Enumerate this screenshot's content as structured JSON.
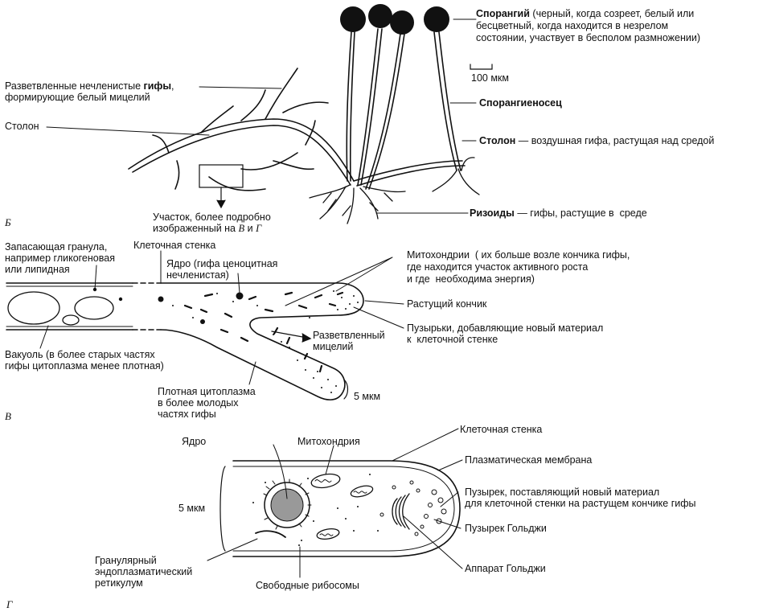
{
  "panel_b": {
    "letter": "Б",
    "sporangium_title": "Спорангий",
    "sporangium_desc_1": " (черный, когда созреет, белый или",
    "sporangium_desc_2": "бесцветный, когда находится в незрелом",
    "sporangium_desc_3": "состоянии, участвует в бесполом размножении)",
    "scale_100": "100 мкм",
    "branched_hyphae_1a": "Разветвленные нечленистые ",
    "branched_hyphae_1b": "гифы",
    "branched_hyphae_1c": ",",
    "branched_hyphae_2": "формирующие белый мицелий",
    "stolon_left": "Столон",
    "sporangiophore": "Спорангиеносец",
    "stolon_right_title": "Столон",
    "stolon_right_desc": " — воздушная гифа, растущая над средой",
    "rhizoids_title": "Ризоиды",
    "rhizoids_desc": " — гифы, растущие в  среде",
    "area_1": "Участок, более подробно",
    "area_2": "изображенный на ",
    "area_ref_v": "В",
    "area_and": " и ",
    "area_ref_g": "Г"
  },
  "panel_v": {
    "letter": "В",
    "storage_1": "Запасающая гранула,",
    "storage_2": "например гликогеновая",
    "storage_3": "или липидная",
    "cell_wall": "Клеточная стенка",
    "nucleus_1": "Ядро (гифа ценоцитная",
    "nucleus_2": "нечленистая)",
    "mito_1": "Митохондрии  ( их больше возле кончика гифы,",
    "mito_2": "где находится участок активного роста",
    "mito_3": "и где  необходима энергия)",
    "tip": "Растущий кончик",
    "vesicles_1": "Пузырьки, добавляющие новый материал",
    "vesicles_2": "к  клеточной стенке",
    "branch_1": "Разветвленный",
    "branch_2": "мицелий",
    "vacuole_1": "Вакуоль (в более старых частях",
    "vacuole_2": "гифы цитоплазма менее плотная)",
    "dense_1": "Плотная цитоплазма",
    "dense_2": "в более молодых",
    "dense_3": "частях гифы",
    "scale_5": "5 мкм"
  },
  "panel_g": {
    "letter": "Г",
    "cell_wall": "Клеточная стенка",
    "nucleus": "Ядро",
    "mitochondrion": "Митохондрия",
    "plasma_membrane": "Плазматическая мембрана",
    "scale_5": "5 мкм",
    "vesicle_1": "Пузырек, поставляющий новый материал",
    "vesicle_2": "для клеточной стенки на растущем кончике гифы",
    "golgi_vesicle": "Пузырек Гольджи",
    "er_1": "Гранулярный",
    "er_2": "эндоплазматический",
    "er_3": "ретикулум",
    "free_ribosomes": "Свободные рибосомы",
    "golgi": "Аппарат Гольджи"
  }
}
